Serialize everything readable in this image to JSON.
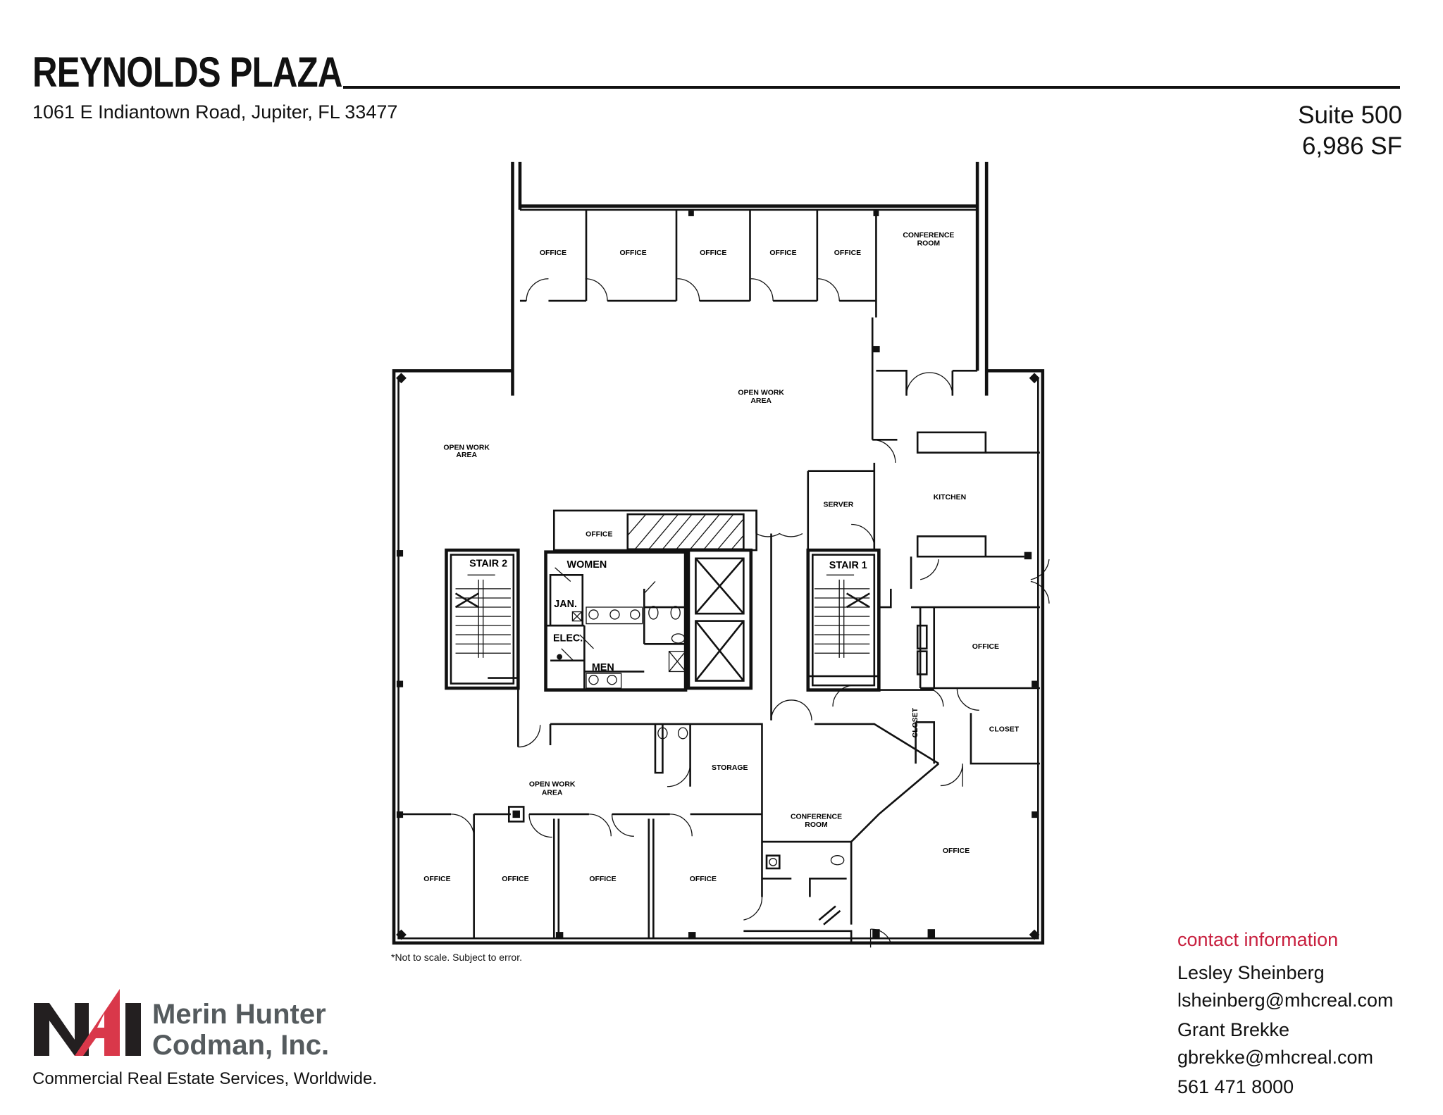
{
  "header": {
    "title": "REYNOLDS PLAZA",
    "address": "1061 E Indiantown Road, Jupiter, FL 33477",
    "suite": "Suite 500",
    "area": "6,986 SF"
  },
  "floor_plan": {
    "rooms": {
      "office_top_1": "OFFICE",
      "office_top_2": "OFFICE",
      "office_top_3": "OFFICE",
      "office_top_4": "OFFICE",
      "office_top_5": "OFFICE",
      "conference_top_1": "CONFERENCE",
      "conference_top_2": "ROOM",
      "open_work_top_1": "OPEN WORK",
      "open_work_top_2": "AREA",
      "open_work_left_1": "OPEN WORK",
      "open_work_left_2": "AREA",
      "open_work_bottom_1": "OPEN WORK",
      "open_work_bottom_2": "AREA",
      "server": "SERVER",
      "kitchen": "KITCHEN",
      "office_core": "OFFICE",
      "stair_2": "STAIR 2",
      "stair_1": "STAIR 1",
      "women": "WOMEN",
      "men": "MEN",
      "jan": "JAN.",
      "elec": "ELEC.",
      "office_right": "OFFICE",
      "closet_right": "CLOSET",
      "closet_small": "CLOSET",
      "storage": "STORAGE",
      "conference_bottom_1": "CONFERENCE",
      "conference_bottom_2": "ROOM",
      "office_bottom_right": "OFFICE",
      "office_bottom_1": "OFFICE",
      "office_bottom_2": "OFFICE",
      "office_bottom_3": "OFFICE",
      "office_bottom_4": "OFFICE"
    },
    "note": "*Not to scale. Subject to error."
  },
  "contact": {
    "heading": "contact information",
    "heading_color": "#c8203f",
    "people": [
      {
        "name": "Lesley Sheinberg",
        "email": "lsheinberg@mhcreal.com"
      },
      {
        "name": "Grant Brekke",
        "email": "gbrekke@mhcreal.com"
      }
    ],
    "phone": "561 471 8000"
  },
  "footer": {
    "logo_text": "NAI",
    "company_line1": "Merin Hunter",
    "company_line2": "Codman, Inc.",
    "tagline": "Commercial Real Estate Services, Worldwide.",
    "logo_red": "#d9384a"
  }
}
